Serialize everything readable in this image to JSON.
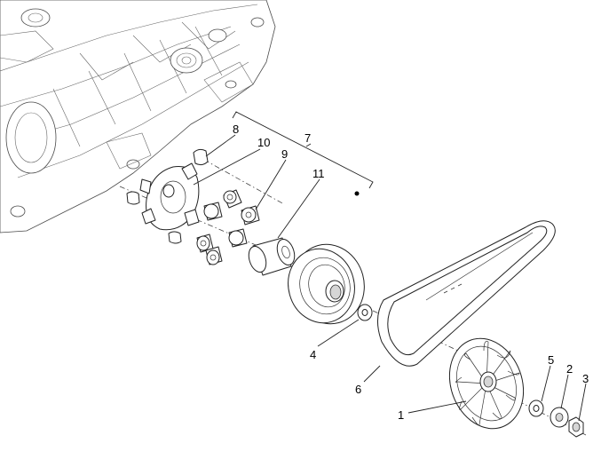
{
  "callouts": [
    {
      "id": "1",
      "label": "1"
    },
    {
      "id": "2",
      "label": "2"
    },
    {
      "id": "3",
      "label": "3"
    },
    {
      "id": "4",
      "label": "4"
    },
    {
      "id": "5",
      "label": "5"
    },
    {
      "id": "6",
      "label": "6"
    },
    {
      "id": "7",
      "label": "7"
    },
    {
      "id": "8",
      "label": "8"
    },
    {
      "id": "9",
      "label": "9"
    },
    {
      "id": "10",
      "label": "10"
    },
    {
      "id": "11",
      "label": "11"
    }
  ],
  "parts": {
    "crankcase": "crankcase",
    "fan_pulley": "fixed driving half-pulley with fan",
    "washer_2": "washer",
    "nut_3": "nut",
    "washer_4": "washer",
    "washer_5": "washer",
    "belt": "drive belt",
    "variator_assembly": "variator assembly",
    "slider_8": "slider",
    "roller_9": "roller",
    "ramp_plate_10": "ramp plate",
    "bushing_11": "bushing"
  }
}
